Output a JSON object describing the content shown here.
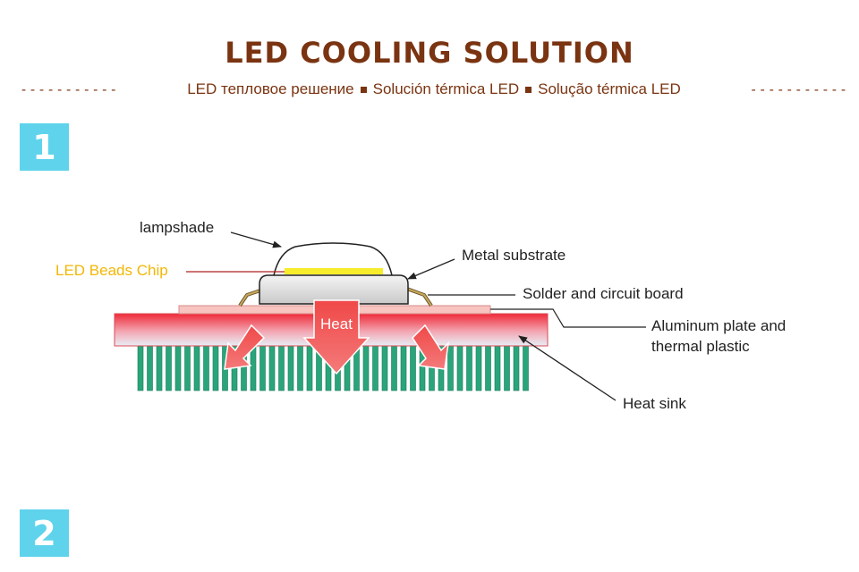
{
  "header": {
    "title": "LED COOLING SOLUTION",
    "dashes_left": "-----------",
    "dashes_right": "-----------",
    "subtitles": [
      "LED тепловое решение",
      "Solución térmica LED",
      "Solução térmica LED"
    ]
  },
  "steps": [
    "1",
    "2"
  ],
  "diagram": {
    "heat_label": "Heat",
    "labels": {
      "lampshade": "lampshade",
      "led_chip": "LED Beads Chip",
      "metal_substrate": "Metal substrate",
      "solder_board": "Solder and circuit board",
      "aluminum_line1": "Aluminum plate and",
      "aluminum_line2": "thermal plastic",
      "heat_sink": "Heat sink"
    }
  },
  "colors": {
    "title": "#7a3411",
    "badge": "#5fd3ec",
    "chip": "#f6ec2b",
    "led_label": "#f2b705",
    "aluminum_top": "#ef2b39",
    "fins": "#2aa57a",
    "heat_arrow": "#f25a5a"
  }
}
